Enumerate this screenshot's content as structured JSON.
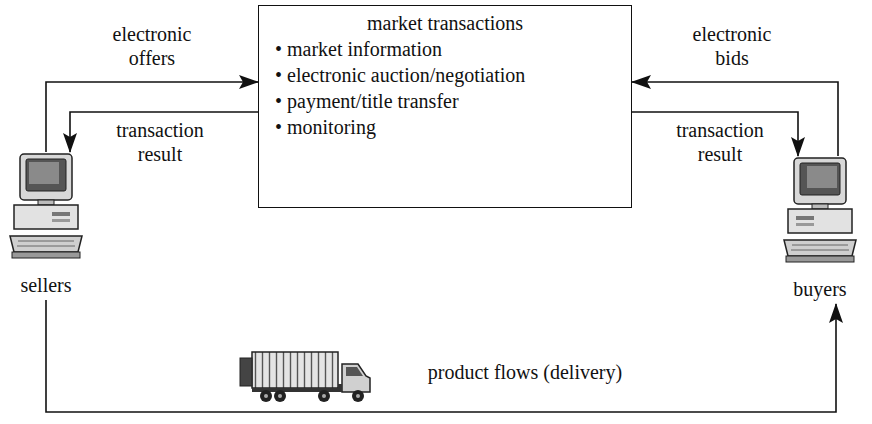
{
  "diagram": {
    "nodes": [
      {
        "text": [
          "sellers"
        ]
      },
      {
        "text": [
          "market transactions",
          "• market information",
          "• electronic auction/negotiation",
          "• payment/title transfer",
          "• monitoring"
        ]
      },
      {
        "text": [
          "buyers"
        ]
      }
    ],
    "edges": [
      {
        "from": 0,
        "to": 1,
        "label": "electronic offers",
        "arrow": "to"
      },
      {
        "from": 1,
        "to": 0,
        "label": "transaction result",
        "arrow": "to"
      },
      {
        "from": 2,
        "to": 1,
        "label": "electronic bids",
        "arrow": "to"
      },
      {
        "from": 1,
        "to": 2,
        "label": "transaction result",
        "arrow": "to"
      },
      {
        "from": 0,
        "to": 2,
        "label": "product flows (delivery)",
        "arrow": "to"
      }
    ]
  }
}
